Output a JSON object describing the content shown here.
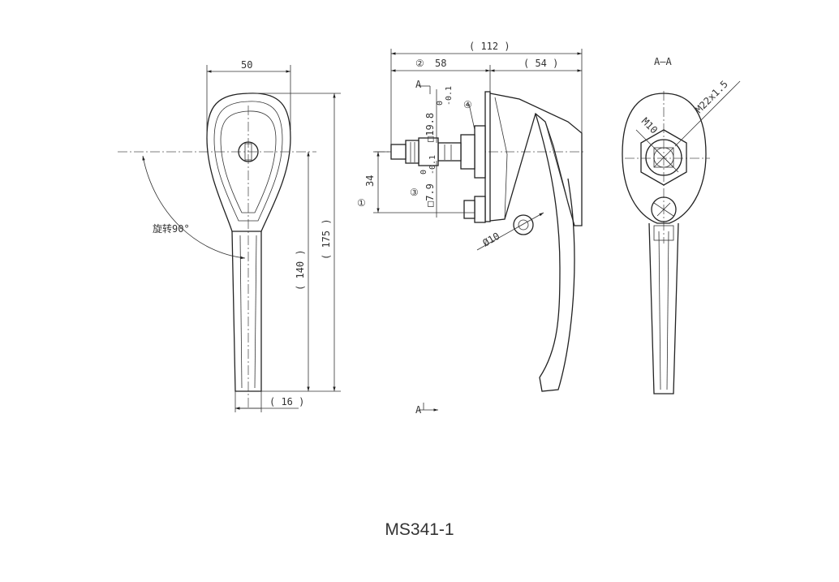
{
  "model": "MS341-1",
  "front_view": {
    "width": "50",
    "height_total": "( 175 )",
    "height_handle": "( 140 )",
    "grip_width": "( 16 )",
    "rotate_label": "旋转90°"
  },
  "side_view": {
    "overall_length": "( 112 )",
    "length_a": "58",
    "length_b": "( 54 )",
    "circle_2": "②",
    "circle_4": "④",
    "circle_1": "①",
    "circle_3": "③",
    "offset": "34",
    "square_a": "□19.8",
    "square_a_tol_upper": "0",
    "square_a_tol_lower": "-0.1",
    "square_b": "□7.9",
    "square_b_tol_upper": "0",
    "square_b_tol_lower": "-0.1",
    "hole": "Ø10",
    "section_mark": "A"
  },
  "section_view": {
    "title": "A—A",
    "thread_a": "M22x1.5",
    "thread_b": "M10"
  }
}
